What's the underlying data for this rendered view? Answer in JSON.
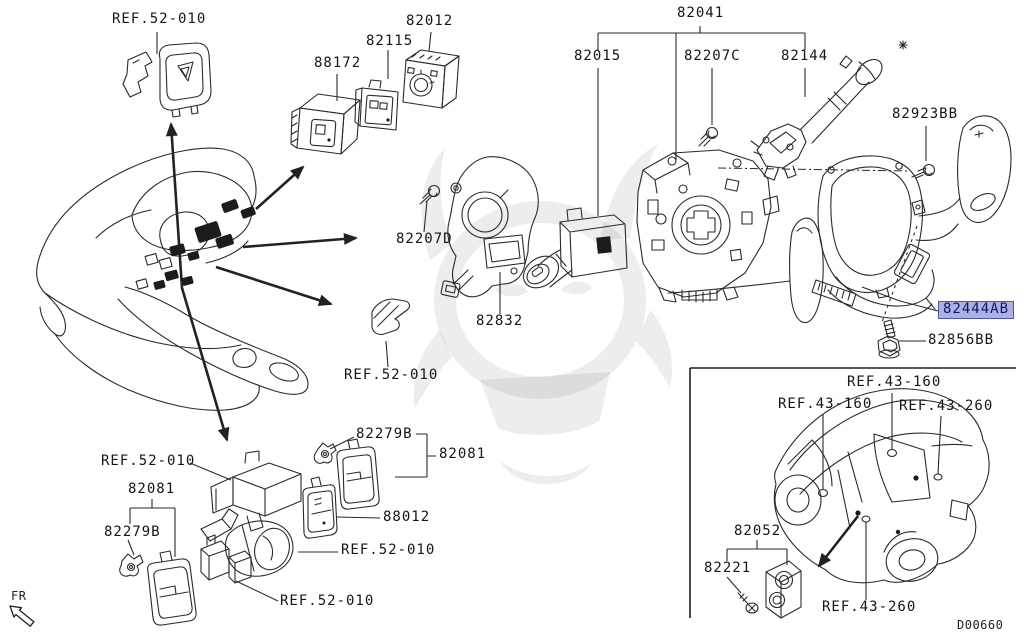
{
  "diagram": {
    "drawing_code": "D00660",
    "orientation": "FR",
    "highlight": {
      "background": "#aab2e4",
      "border": "#4d56a8",
      "text_color": "#14136a"
    },
    "line_color": "#2a2a2a",
    "labels": {
      "ref52_hazard": "REF.52-010",
      "p82012": "82012",
      "p82115": "82115",
      "p88172": "88172",
      "p82041": "82041",
      "p82015": "82015",
      "p82207C": "82207C",
      "p82144": "82144",
      "p82923BB": "82923BB",
      "p82207D": "82207D",
      "p82832": "82832",
      "p82444AB": "82444AB",
      "p82856BB": "82856BB",
      "ref52_bezel": "REF.52-010",
      "p82279B_right": "82279B",
      "p82081_right": "82081",
      "ref52_connector": "REF.52-010",
      "p82081_left": "82081",
      "p88012": "88012",
      "p82279B_left": "82279B",
      "ref52_knob": "REF.52-010",
      "ref52_bottom": "REF.52-010",
      "ref43_160_top": "REF.43-160",
      "ref43_160_left": "REF.43-160",
      "ref43_260_right": "REF.43-260",
      "p82052": "82052",
      "p82221": "82221",
      "ref43_260_bottom": "REF.43-260",
      "code": "D00660",
      "fr": "FR"
    }
  }
}
